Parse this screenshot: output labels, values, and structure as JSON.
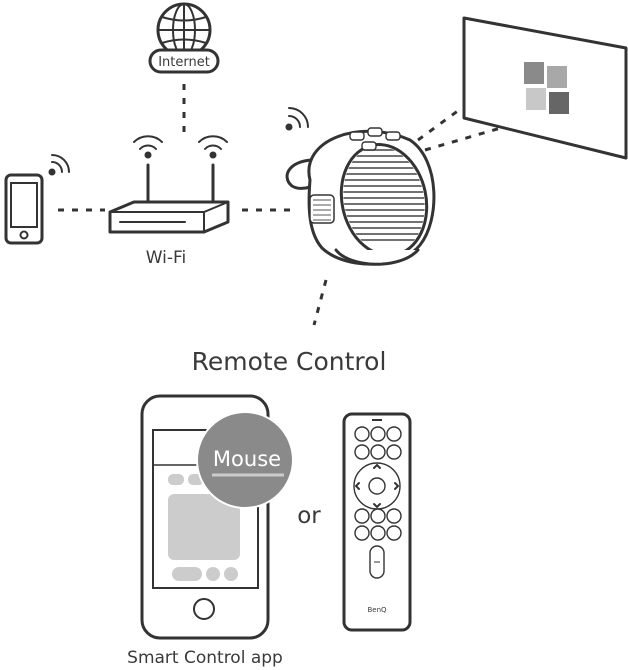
{
  "labels": {
    "internet": "Internet",
    "wifi": "Wi-Fi",
    "remote_control_title": "Remote Control",
    "mouse": "Mouse",
    "or": "or",
    "smart_control_app": "Smart Control app",
    "remote_brand": "BenQ"
  }
}
